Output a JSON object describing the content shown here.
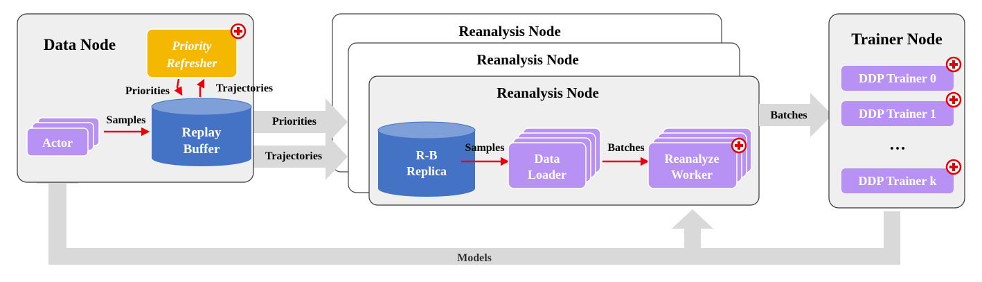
{
  "colors": {
    "node_fill": "#efefef",
    "node_stroke": "#333333",
    "purple": "#b891f5",
    "blue_cylinder": "#4472c4",
    "orange": "#f5b800",
    "red_arrow": "#e8000b",
    "gray_arrow": "#d9d9d9",
    "plus_badge": "#e00000"
  },
  "data_node": {
    "title": "Data Node",
    "priority_refresher_line1": "Priority",
    "priority_refresher_line2": "Refresher",
    "priorities_label": "Priorities",
    "trajectories_label": "Trajectories",
    "samples_label": "Samples",
    "actor_label": "Actor",
    "replay_buffer_line1": "Replay",
    "replay_buffer_line2": "Buffer"
  },
  "links": {
    "priorities": "Priorities",
    "trajectories": "Trajectories",
    "batches": "Batches",
    "models": "Models"
  },
  "reanalysis": {
    "back_title": "Reanalysis Node",
    "middle_title": "Reanalysis Node",
    "front_title": "Reanalysis Node",
    "replica_line1": "R-B",
    "replica_line2": "Replica",
    "samples_label": "Samples",
    "data_loader_line1": "Data",
    "data_loader_line2": "Loader",
    "batches_label": "Batches",
    "worker_line1": "Reanalyze",
    "worker_line2": "Worker"
  },
  "trainer": {
    "title": "Trainer Node",
    "trainer0": "DDP Trainer 0",
    "trainer1": "DDP Trainer 1",
    "ellipsis": "…",
    "trainerk": "DDP Trainer k"
  },
  "icons": {
    "plus_badge": "plus-circle-icon"
  }
}
